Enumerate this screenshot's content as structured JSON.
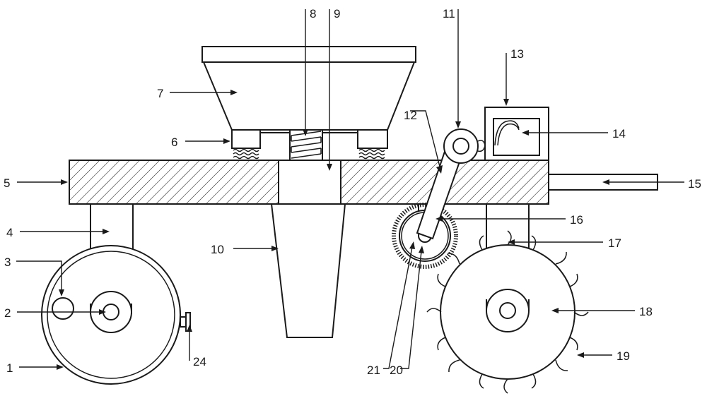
{
  "labels": {
    "l1": "1",
    "l2": "2",
    "l3": "3",
    "l4": "4",
    "l5": "5",
    "l6": "6",
    "l7": "7",
    "l8": "8",
    "l9": "9",
    "l10": "10",
    "l11": "11",
    "l12": "12",
    "l13": "13",
    "l14": "14",
    "l15": "15",
    "l16": "16",
    "l17": "17",
    "l18": "18",
    "l19": "19",
    "l20": "20",
    "l21": "21",
    "l24": "24"
  }
}
